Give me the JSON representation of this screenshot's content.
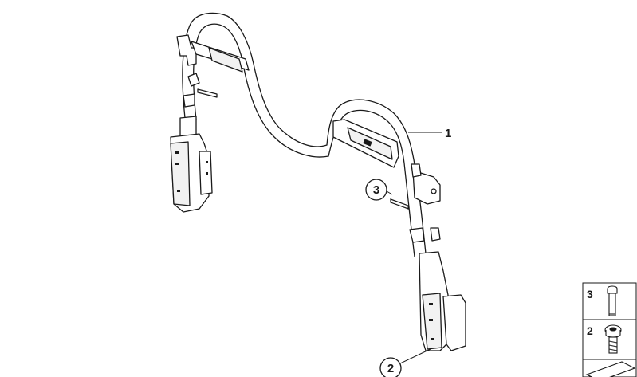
{
  "callouts": {
    "part_1": "1",
    "part_2": "2",
    "part_3": "3"
  },
  "legend": {
    "items": [
      {
        "number": "3",
        "icon": "bolt-icon"
      },
      {
        "number": "2",
        "icon": "screw-icon"
      },
      {
        "number": "",
        "icon": "arrow-marker-icon"
      }
    ]
  },
  "colors": {
    "line": "#1a1a1a",
    "fill": "#ffffff",
    "shade": "#e8e8e8"
  }
}
